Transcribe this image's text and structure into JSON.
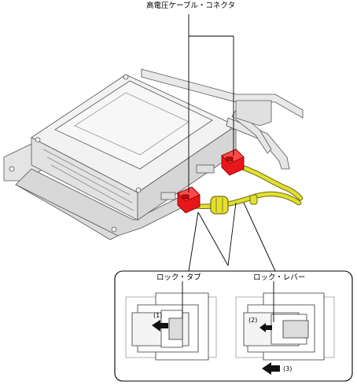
{
  "labels": {
    "cable_connector": "高電圧ケーブル・コネクタ",
    "lock_tab": "ロック・タブ",
    "lock_lever": "ロック・レバー"
  },
  "steps": {
    "one": "(1)",
    "two": "(2)",
    "three": "(3)"
  },
  "colors": {
    "connector": "#e8161b",
    "cable": "#e3df2e",
    "line": "#000000",
    "body_fill": "#efefef",
    "body_stroke": "#555555"
  },
  "icons": [
    "arrow-left-icon"
  ]
}
